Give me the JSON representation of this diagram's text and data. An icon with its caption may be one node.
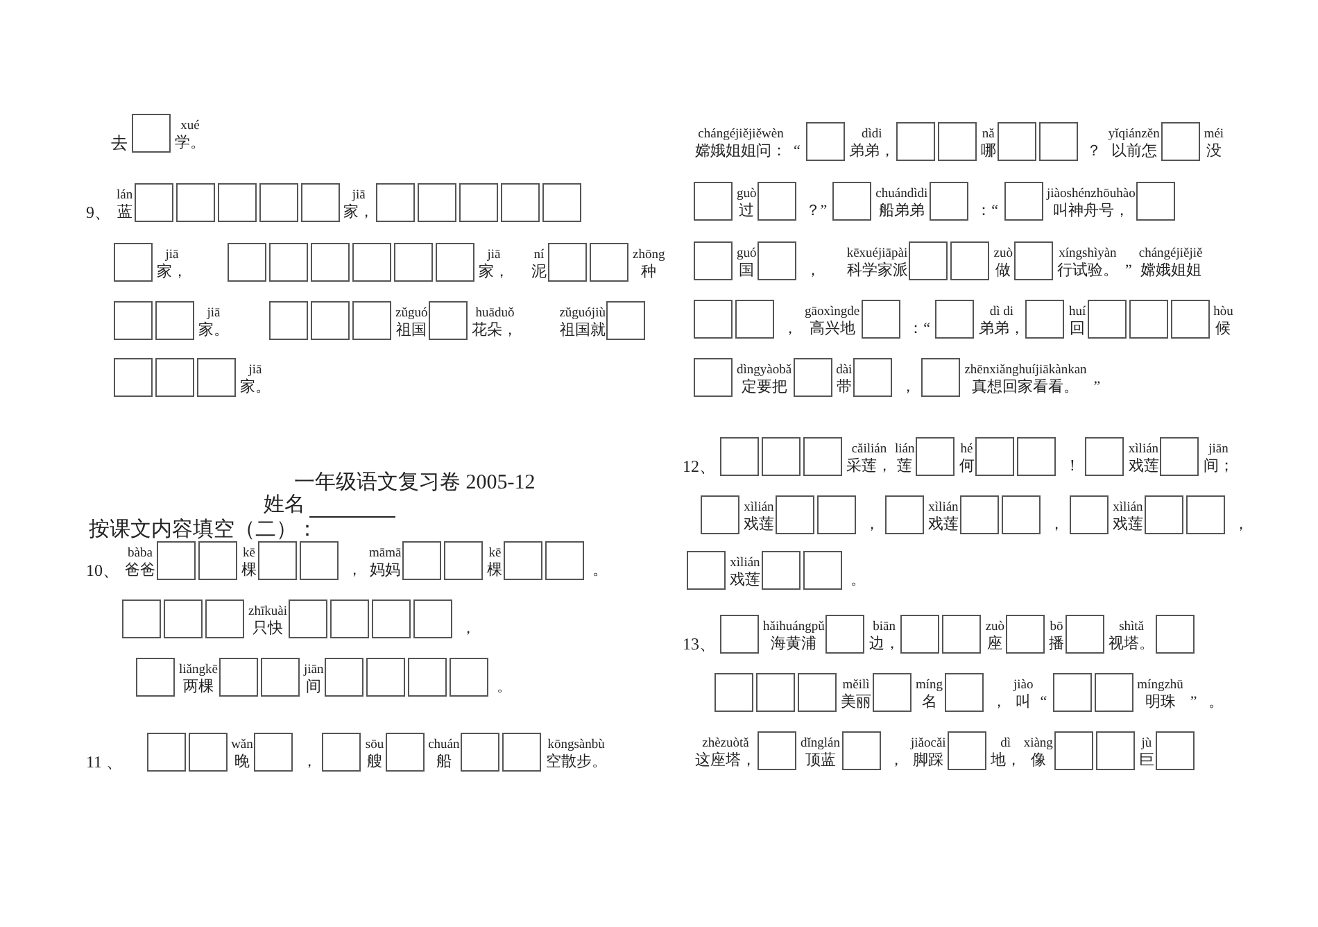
{
  "diagram": {
    "title": "一年级语文复习卷 2005-12",
    "labels": [
      "去",
      "xué",
      "学。",
      "9、",
      "lán",
      "蓝",
      "jiā",
      "家，",
      "jiā",
      "家，",
      "jiā",
      "家，",
      "ní",
      "泥",
      "zhōng",
      "种",
      "jiā",
      "家。",
      "zǔguó",
      "祖国",
      "huāduǒ",
      "花朵，",
      "zǔguójiù",
      "祖国就",
      "jiā",
      "家。",
      "姓名",
      "按课文内容填空（二）：",
      "10、",
      "bàba",
      "爸爸",
      "kē",
      "棵",
      "，",
      "māmā",
      "妈妈",
      "kē",
      "棵",
      "。",
      "zhīkuài",
      "只快",
      "，",
      "liǎngkē",
      "两棵",
      "jiān",
      "间",
      "。",
      "11 、",
      "wǎn",
      "晚",
      "，",
      "sōu",
      "艘",
      "chuán",
      "船",
      "kōngsànbù",
      "空散步。",
      "chángéjiějiěwèn",
      "嫦娥姐姐问：",
      "“",
      "dìdi",
      "弟弟，",
      "nǎ",
      "哪",
      "？",
      "yǐqiánzěn",
      "以前怎",
      "méi",
      "没",
      "guò",
      "过",
      "？”",
      "chuándìdi",
      "船弟弟",
      "：“",
      "jiàoshénzhōuhào",
      "叫神舟号，",
      "guó",
      "国",
      "，",
      "kēxuéjiāpài",
      "科学家派",
      "zuò",
      "做",
      "xíngshìyàn",
      "行试验。",
      "”",
      "chángéjiějiě",
      "嫦娥姐姐",
      "，",
      "gāoxìngde",
      "高兴地",
      "：“",
      "dì di",
      "弟弟，",
      "huí",
      "回",
      "hòu",
      "候",
      "dìngyàobǎ",
      "定要把",
      "dài",
      "带",
      "，",
      "zhēnxiǎnghuíjiākànkan",
      "真想回家看看。",
      "”",
      "12、",
      "cǎilián",
      "采莲，",
      "lián",
      "莲",
      "hé",
      "何",
      "！",
      "xìlián",
      "戏莲",
      "jiān",
      "间；",
      "xìlián",
      "戏莲",
      "，",
      "xìlián",
      "戏莲",
      "，",
      "xìlián",
      "戏莲",
      "，",
      "xìlián",
      "戏莲",
      "。",
      "13、",
      "hǎihuángpǔ",
      "海黄浦",
      "biān",
      "边，",
      "zuò",
      "座",
      "bō",
      "播",
      "shìtǎ",
      "视塔。",
      "měilì",
      "美丽",
      "míng",
      "名",
      "，",
      "jiào",
      "叫",
      "“",
      "míngzhū",
      "明珠",
      "”",
      "。",
      "zhèzuòtǎ",
      "这座塔，",
      "dǐnglán",
      "顶蓝",
      "，",
      "jiǎocǎi",
      "脚踩",
      "dì",
      "地，",
      "xiàng",
      "像",
      "jù",
      "巨"
    ]
  }
}
